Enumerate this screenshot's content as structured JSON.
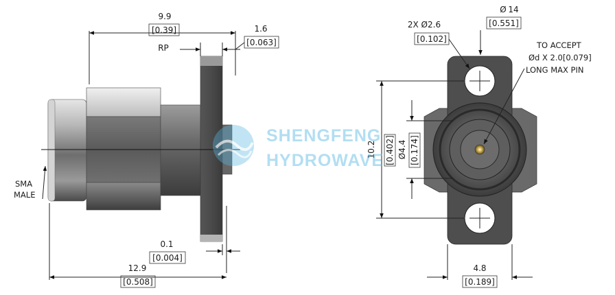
{
  "side_view": {
    "dim_overall_width": {
      "mm": "9.9",
      "inch": "[0.39]"
    },
    "dim_flange_thickness": {
      "mm": "1.6",
      "inch": "[0.063]"
    },
    "label_rp": "RP",
    "label_sma_male": [
      "SMA",
      "MALE"
    ],
    "dim_flange_offset": {
      "mm": "0.1",
      "inch": "[0.004]"
    },
    "dim_total_length": {
      "mm": "12.9",
      "inch": "[0.508]"
    }
  },
  "front_view": {
    "dim_flange_width": {
      "mm": "14",
      "inch": "[0.551]",
      "prefix": "Ø"
    },
    "dim_holes": {
      "mm": "2X Ø2.6",
      "inch": "[0.102]"
    },
    "note_pin": [
      "TO ACCEPT",
      "Ød X 2.0[0.079]",
      "LONG MAX PIN"
    ],
    "dim_hole_spacing": {
      "mm": "10.2",
      "inch": "[0.402]"
    },
    "dim_body_diameter": {
      "mm": "Ø4.4",
      "inch": "[0.174]"
    },
    "dim_flange_height": {
      "mm": "4.8",
      "inch": "[0.189]"
    }
  },
  "watermark": {
    "line1": "SHENGFENG",
    "line2": "HYDROWAVE",
    "color": "#5ab8e3"
  },
  "colors": {
    "metal_dark": "#4a4a4a",
    "metal_light": "#c8c8c8",
    "ink": "#1a1a1a"
  }
}
